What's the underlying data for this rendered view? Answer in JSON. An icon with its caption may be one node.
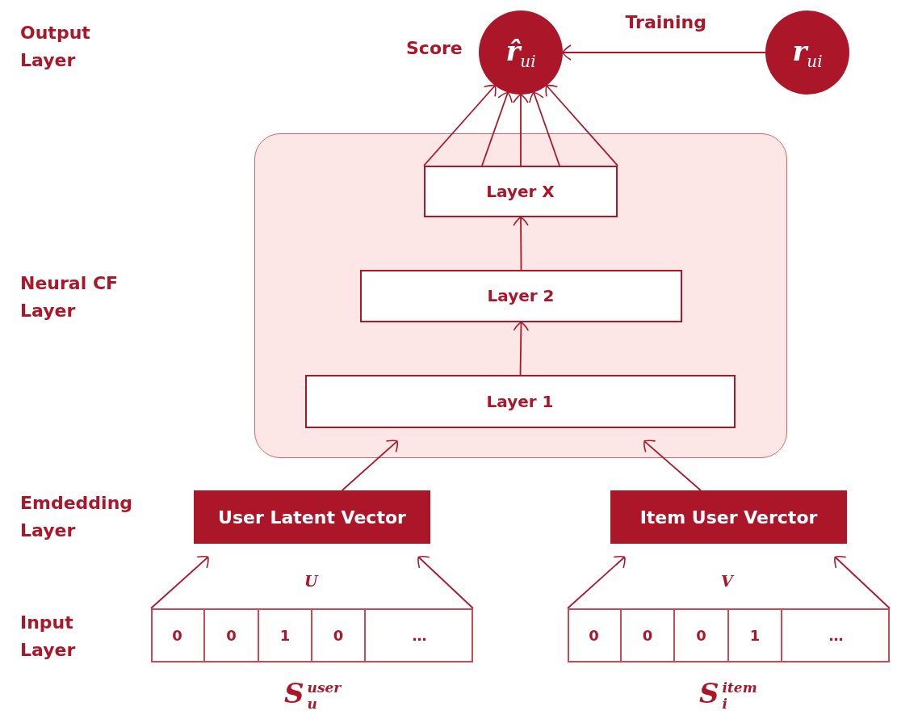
{
  "diagram": {
    "nodes": [
      {
        "text": [
          "r̂$_{ui}$"
        ],
        "beside": [
          "Score"
        ]
      },
      {
        "text": [
          "r$_{ui}$"
        ]
      },
      {
        "text": [],
        "shape": "box"
      },
      {
        "text": [
          "Layer X"
        ],
        "in": 2
      },
      {
        "text": [
          "Layer 2"
        ],
        "in": 2
      },
      {
        "text": [
          "Layer 1"
        ],
        "in": 2
      },
      {
        "text": [
          "User Latent Vector"
        ]
      },
      {
        "text": [
          "Item User Verctor"
        ]
      },
      {
        "text": [],
        "shape": "bar",
        "beside": [
          "S$^{user}$$_{u}$"
        ]
      },
      {
        "text": [
          "0"
        ],
        "in": 8
      },
      {
        "text": [
          "0"
        ],
        "in": 8
      },
      {
        "text": [
          "1"
        ],
        "in": 8
      },
      {
        "text": [
          "0"
        ],
        "in": 8
      },
      {
        "text": [
          "…"
        ],
        "in": 8
      },
      {
        "text": [],
        "shape": "bar",
        "beside": [
          "S$^{item}$$_{i}$"
        ]
      },
      {
        "text": [
          "0"
        ],
        "in": 14
      },
      {
        "text": [
          "0"
        ],
        "in": 14
      },
      {
        "text": [
          "0"
        ],
        "in": 14
      },
      {
        "text": [
          "1"
        ],
        "in": 14
      },
      {
        "text": [
          "…"
        ],
        "in": 14
      }
    ],
    "edges": [
      {
        "from": 3,
        "to": 0,
        "arrow": "to"
      },
      {
        "from": 3,
        "to": 0,
        "arrow": "to"
      },
      {
        "from": 3,
        "to": 0,
        "arrow": "to"
      },
      {
        "from": 3,
        "to": 0,
        "arrow": "to"
      },
      {
        "from": 3,
        "to": 0,
        "arrow": "to"
      },
      {
        "from": 1,
        "to": 0,
        "arrow": "to",
        "label": "Training"
      },
      {
        "from": 4,
        "to": 3,
        "arrow": "to"
      },
      {
        "from": 5,
        "to": 4,
        "arrow": "to"
      },
      {
        "from": 6,
        "to": 2,
        "arrow": "to"
      },
      {
        "from": 7,
        "to": 2,
        "arrow": "to"
      },
      {
        "from": 8,
        "to": 6,
        "arrow": "to"
      },
      {
        "from": 8,
        "to": 6,
        "arrow": "to"
      },
      {
        "from": 14,
        "to": 7,
        "arrow": "to"
      },
      {
        "from": 14,
        "to": 7,
        "arrow": "to"
      }
    ],
    "labels": [
      "Output Layer",
      "Neural CF Layer",
      "Emdedding Layer",
      "Input Layer",
      "U",
      "V"
    ]
  }
}
